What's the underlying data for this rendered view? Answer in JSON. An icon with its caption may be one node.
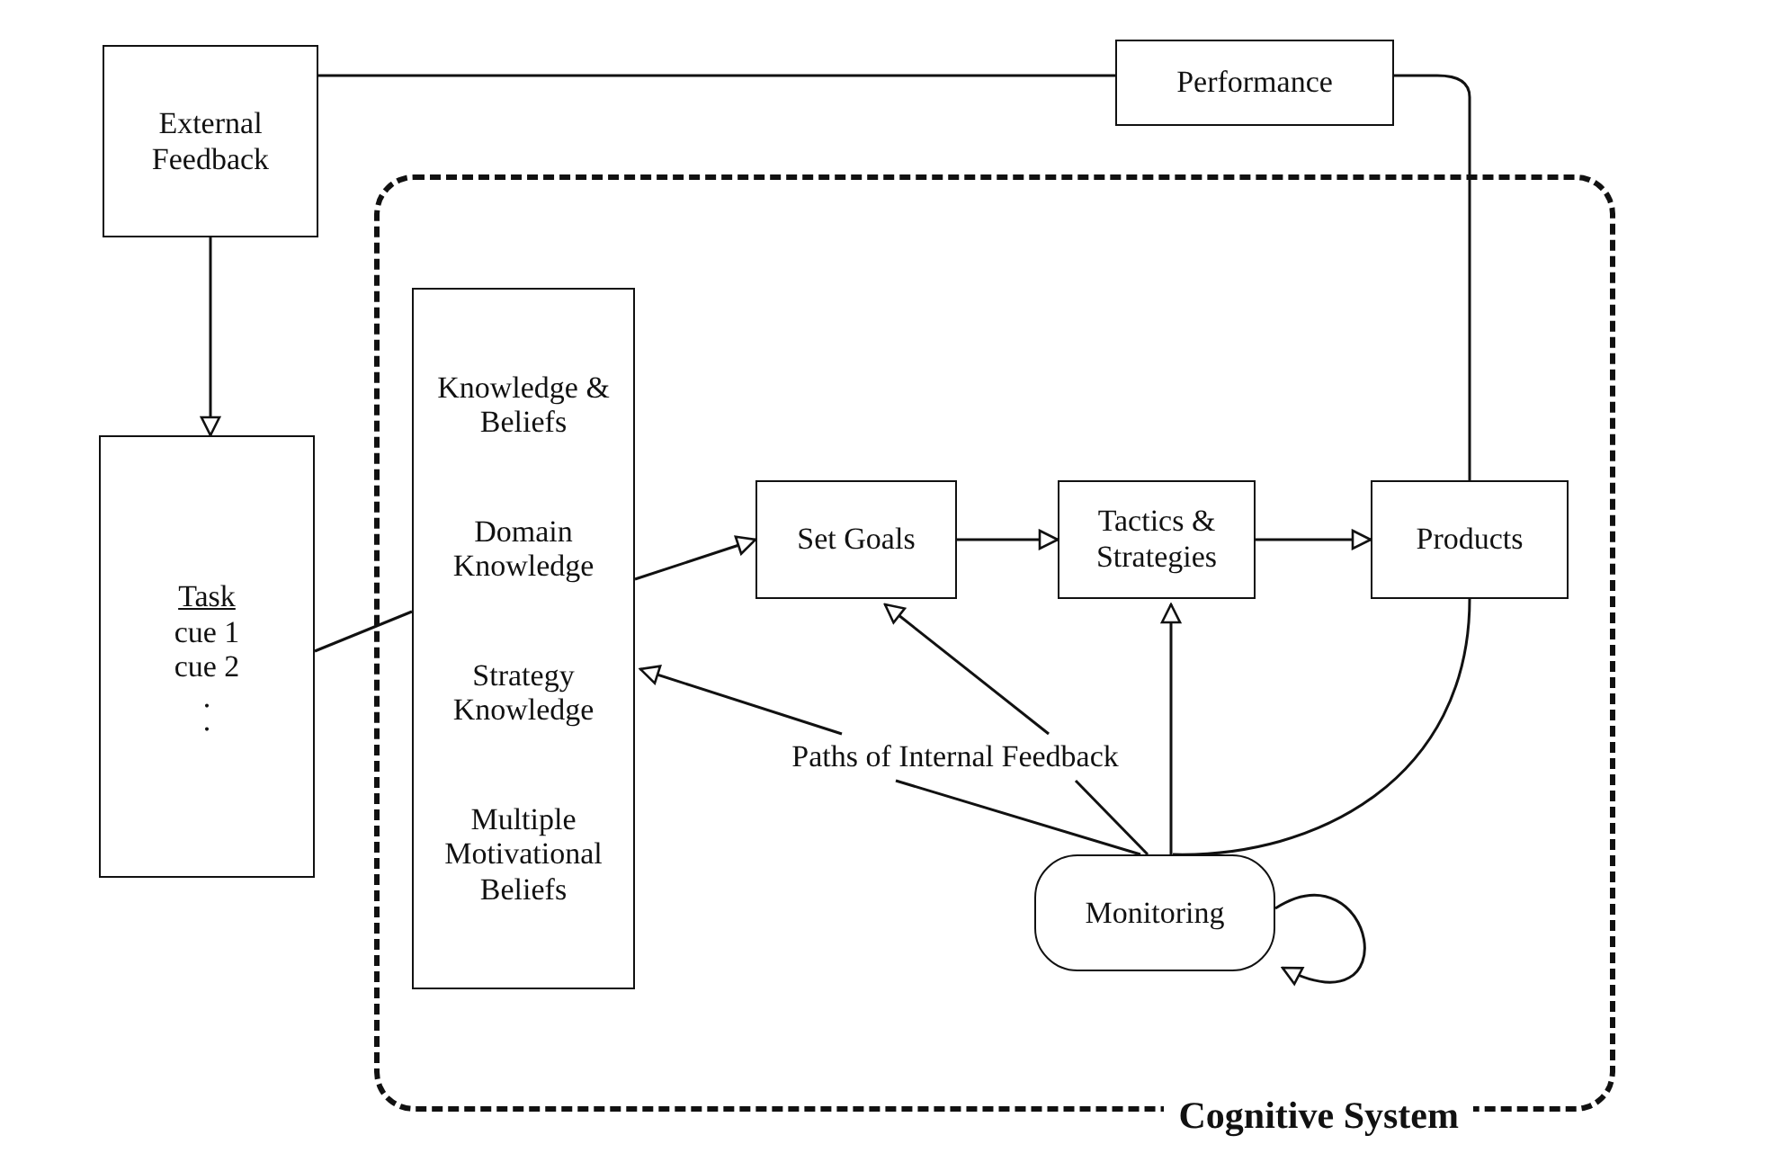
{
  "diagram": {
    "nodes": [
      {
        "text": [
          "Cognitive System"
        ]
      },
      {
        "text": [
          "External Feedback"
        ]
      },
      {
        "text": [
          "Performance"
        ]
      },
      {
        "text": [
          "Task",
          "cue 1",
          "cue 2",
          ".",
          "."
        ]
      },
      {
        "text": [
          "Knowledge & Beliefs",
          "Domain Knowledge",
          "Strategy Knowledge",
          "Multiple Motivational Beliefs"
        ],
        "in": 0
      },
      {
        "text": [
          "Set Goals"
        ],
        "in": 0
      },
      {
        "text": [
          "Tactics & Strategies"
        ],
        "in": 0
      },
      {
        "text": [
          "Products"
        ],
        "in": 0
      },
      {
        "text": [
          "Paths of Internal Feedback"
        ],
        "in": 0
      },
      {
        "text": [
          "Monitoring"
        ],
        "in": 0
      }
    ],
    "edges": [
      {
        "from": 1,
        "to": 3,
        "arrow": "to"
      },
      {
        "from": 3,
        "to": 4,
        "arrow": "none"
      },
      {
        "from": 4,
        "to": 5,
        "arrow": "to"
      },
      {
        "from": 5,
        "to": 6,
        "arrow": "to"
      },
      {
        "from": 6,
        "to": 7,
        "arrow": "to"
      },
      {
        "from": 7,
        "to": 2,
        "arrow": "none"
      },
      {
        "from": 2,
        "to": 1,
        "arrow": "none"
      },
      {
        "from": 7,
        "to": 9,
        "arrow": "none"
      },
      {
        "from": 9,
        "to": 9,
        "arrow": "to"
      },
      {
        "from": 9,
        "to": 8,
        "arrow": "none"
      },
      {
        "from": 9,
        "to": 8,
        "arrow": "none"
      },
      {
        "from": 8,
        "to": 4,
        "arrow": "to"
      },
      {
        "from": 8,
        "to": 5,
        "arrow": "to"
      },
      {
        "from": 9,
        "to": 6,
        "arrow": "to"
      }
    ]
  }
}
